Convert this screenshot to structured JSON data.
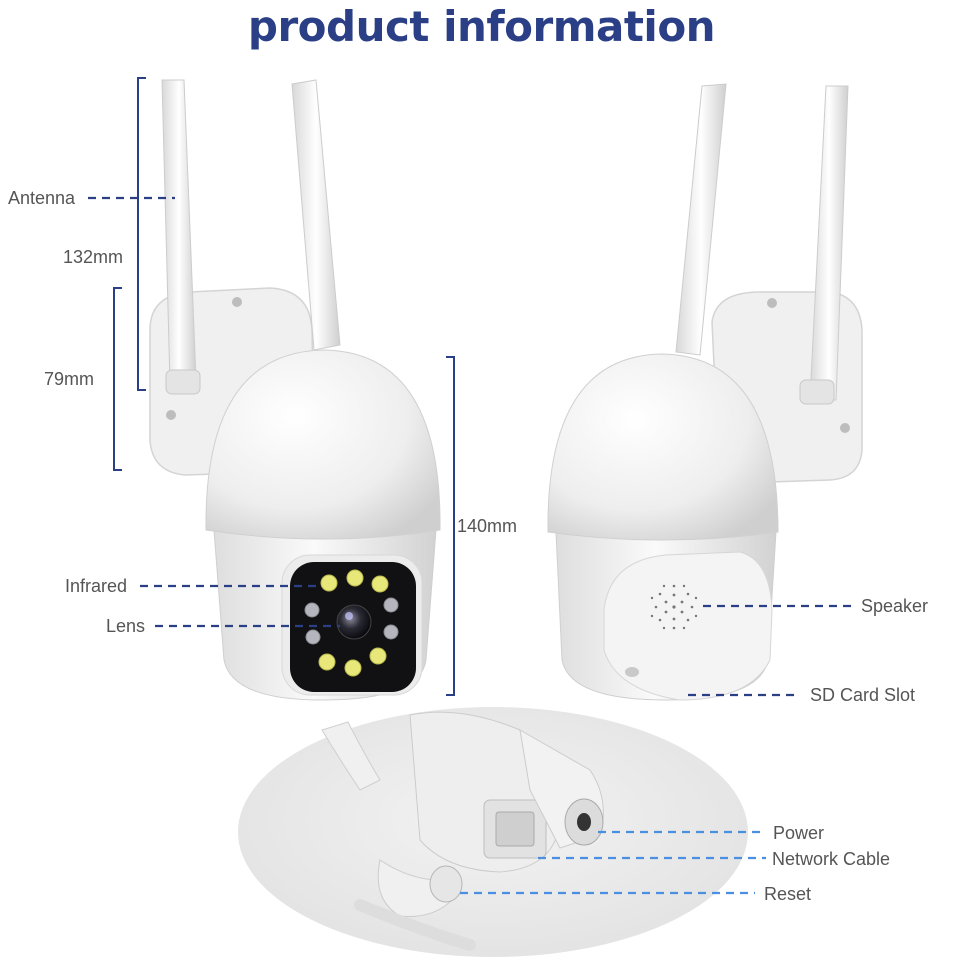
{
  "title": "product information",
  "labels": {
    "antenna": "Antenna",
    "dim_132": "132mm",
    "dim_79": "79mm",
    "dim_140": "140mm",
    "infrared": "Infrared",
    "lens": "Lens",
    "speaker": "Speaker",
    "sd_card_slot": "SD Card Slot",
    "power": "Power",
    "network_cable": "Network Cable",
    "reset": "Reset"
  },
  "colors": {
    "title": "#2a3f85",
    "leader_dark": "#2a3f85",
    "leader_light": "#4a8fe0",
    "label_text": "#555555"
  }
}
